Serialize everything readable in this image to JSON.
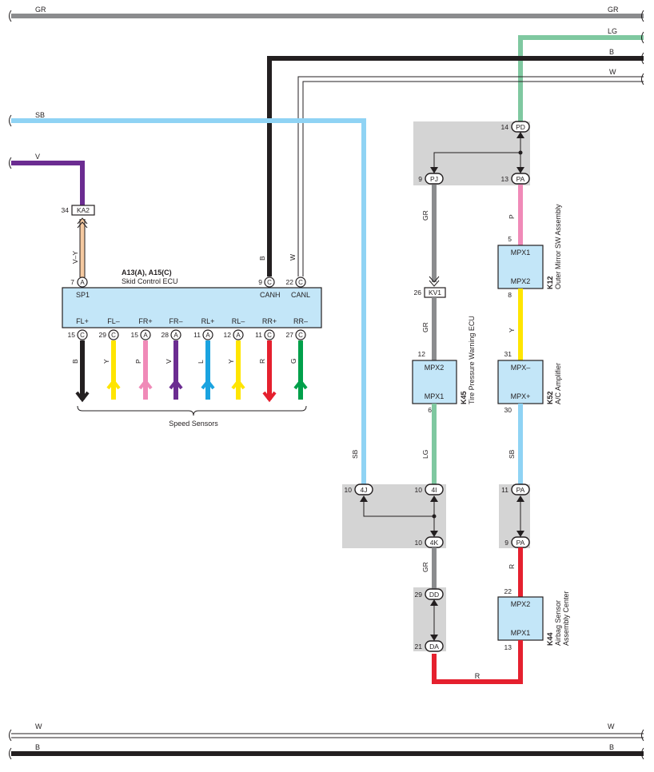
{
  "wire_colors": {
    "GR": "#8b8c8e",
    "B": "#231f20",
    "W": "#ffffff",
    "LG": "#7fc8a0",
    "SB": "#8fd3f4",
    "V": "#6b2c91",
    "VY": "#f5c9a0",
    "Y": "#ffe500",
    "P": "#f08ab8",
    "L": "#1aa3e0",
    "R": "#e5202e",
    "G": "#00a04a",
    "ecu_fill": "#c3e6f8",
    "junction_fill": "#d4d4d4"
  },
  "bus_lines": {
    "top_gr": "GR",
    "top_gr_right": "GR",
    "lg": "LG",
    "b": "B",
    "w": "W",
    "sb": "SB",
    "v": "V",
    "bottom_w_left": "W",
    "bottom_w_right": "W",
    "bottom_b_left": "B",
    "bottom_b_right": "B"
  },
  "skid_ecu": {
    "code": "A13(A), A15(C)",
    "name": "Skid Control ECU",
    "sp1": {
      "pin": "7",
      "conn": "A",
      "label": "SP1",
      "wire": "V–Y"
    },
    "canh": {
      "pin": "9",
      "conn": "C",
      "label": "CANH",
      "wire": "B"
    },
    "canl": {
      "pin": "22",
      "conn": "C",
      "label": "CANL",
      "wire": "W"
    },
    "ka2": {
      "pin": "34",
      "label": "KA2"
    },
    "sensors": [
      {
        "label": "FL+",
        "pin": "15",
        "conn": "C",
        "wire": "B"
      },
      {
        "label": "FL–",
        "pin": "29",
        "conn": "C",
        "wire": "Y"
      },
      {
        "label": "FR+",
        "pin": "15",
        "conn": "A",
        "wire": "P"
      },
      {
        "label": "FR–",
        "pin": "28",
        "conn": "A",
        "wire": "V"
      },
      {
        "label": "RL+",
        "pin": "11",
        "conn": "A",
        "wire": "L"
      },
      {
        "label": "RL–",
        "pin": "12",
        "conn": "A",
        "wire": "Y"
      },
      {
        "label": "RR+",
        "pin": "11",
        "conn": "C",
        "wire": "R"
      },
      {
        "label": "RR–",
        "pin": "27",
        "conn": "C",
        "wire": "G"
      }
    ],
    "speed_sensors_label": "Speed Sensors"
  },
  "junction_top": {
    "pd": {
      "pin": "14",
      "label": "PD"
    },
    "pj": {
      "pin": "9",
      "label": "PJ"
    },
    "pa": {
      "pin": "13",
      "label": "PA"
    }
  },
  "outer_mirror": {
    "code": "K12",
    "name": "Outer Mirror SW Assembly",
    "top_label": "MPX1",
    "bottom_label": "MPX2",
    "top_pin": "5",
    "bottom_pin": "8",
    "wire_in": "P"
  },
  "ac_amplifier": {
    "code": "K52",
    "name": "A/C Amplifier",
    "top_label": "MPX–",
    "bottom_label": "MPX+",
    "top_pin": "31",
    "bottom_pin": "30",
    "wire_in": "Y",
    "wire_out": "SB"
  },
  "kv1": {
    "pin": "26",
    "label": "KV1",
    "wire_in": "GR"
  },
  "tpw_ecu": {
    "code": "K45",
    "name": "Tire Pressure Warning ECU",
    "top_label": "MPX2",
    "bottom_label": "MPX1",
    "top_pin": "12",
    "bottom_pin": "6",
    "wire_in": "GR",
    "wire_out": "LG"
  },
  "junction_mid_left": {
    "j4": {
      "pin": "10",
      "label": "4J"
    },
    "i4": {
      "pin": "10",
      "label": "4I"
    },
    "k4": {
      "pin": "10",
      "label": "4K"
    },
    "wire_left": "SB"
  },
  "junction_mid_right": {
    "pa_top": {
      "pin": "11",
      "label": "PA"
    },
    "pa_bot": {
      "pin": "9",
      "label": "PA"
    }
  },
  "junction_bottom": {
    "dd": {
      "pin": "29",
      "label": "DD"
    },
    "da": {
      "pin": "21",
      "label": "DA"
    },
    "wire_in": "GR"
  },
  "airbag": {
    "code": "K44",
    "name1": "Airbag Sensor",
    "name2": "Assembly Center",
    "top_label": "MPX2",
    "bottom_label": "MPX1",
    "top_pin": "22",
    "bottom_pin": "13",
    "wire_in": "R"
  },
  "bottom_wire": "R"
}
